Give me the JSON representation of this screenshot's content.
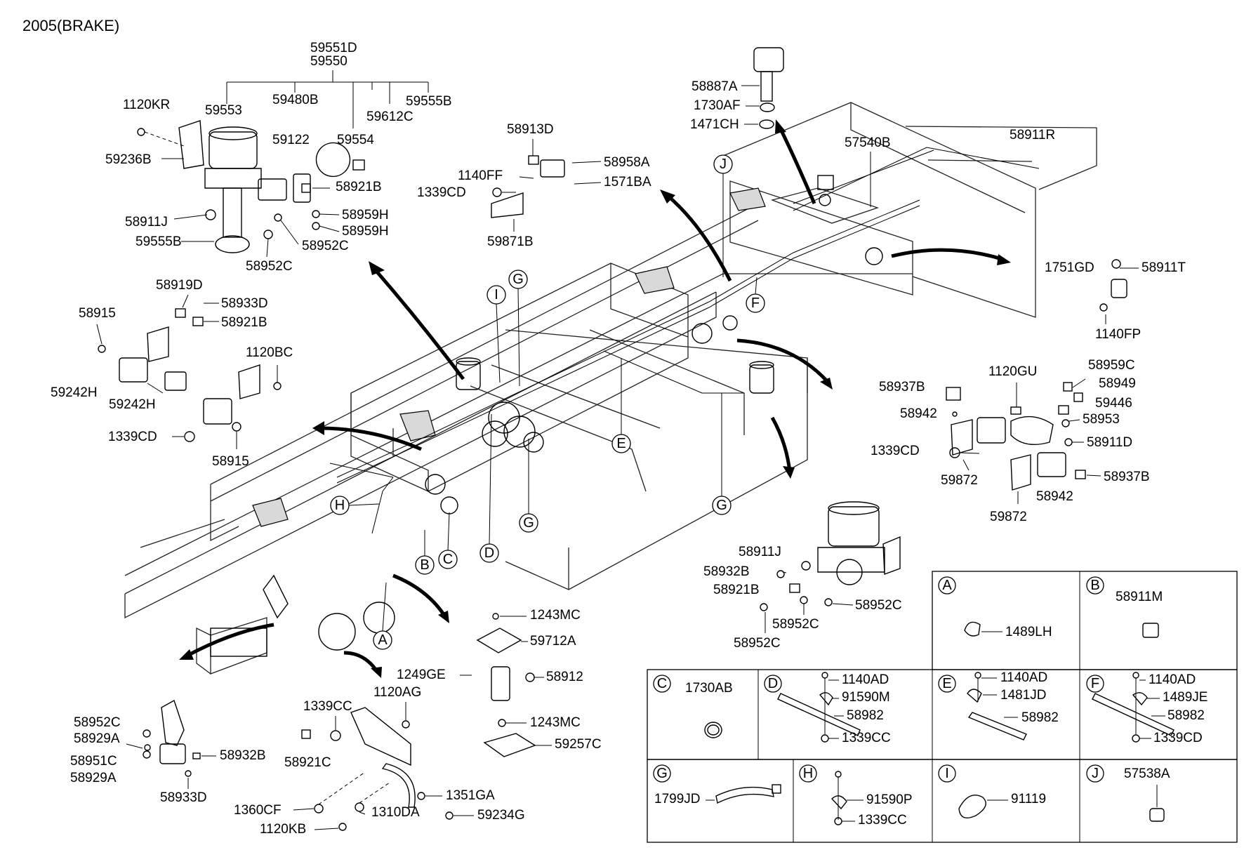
{
  "title": "2005(BRAKE)",
  "callout_letters": [
    "A",
    "B",
    "C",
    "D",
    "E",
    "F",
    "G",
    "H",
    "I",
    "J"
  ],
  "labels": {
    "p59551D": "59551D",
    "p59550": "59550",
    "p59553": "59553",
    "p59480B": "59480B",
    "p59612C": "59612C",
    "p59555B_a": "59555B",
    "p1120KR": "1120KR",
    "p59236B": "59236B",
    "p59122": "59122",
    "p59554": "59554",
    "p58921B_a": "58921B",
    "p58911J_a": "58911J",
    "p58959H_a": "58959H",
    "p58959H_b": "58959H",
    "p59555B_b": "59555B",
    "p58952C_a": "58952C",
    "p58952C_b": "58952C",
    "p58913D": "58913D",
    "p58958A": "58958A",
    "p1140FF": "1140FF",
    "p1339CD_a": "1339CD",
    "p1571BA": "1571BA",
    "p59871B": "59871B",
    "p58887A": "58887A",
    "p1730AF": "1730AF",
    "p1471CH": "1471CH",
    "p57540B": "57540B",
    "p58911R": "58911R",
    "p1751GD": "1751GD",
    "p58911T": "58911T",
    "p1140FP": "1140FP",
    "p58919D": "58919D",
    "p58933D_a": "58933D",
    "p58921B_b": "58921B",
    "p58915_a": "58915",
    "p1120BC": "1120BC",
    "p59242H_a": "59242H",
    "p59242H_b": "59242H",
    "p1339CD_b": "1339CD",
    "p58915_b": "58915",
    "p58937B_a": "58937B",
    "p1120GU": "1120GU",
    "p58959C": "58959C",
    "p58949": "58949",
    "p59446": "59446",
    "p58942_a": "58942",
    "p58953": "58953",
    "p1339CD_c": "1339CD",
    "p58911D": "58911D",
    "p59872_a": "59872",
    "p58937B_b": "58937B",
    "p58942_b": "58942",
    "p59872_b": "59872",
    "p58911J_b": "58911J",
    "p58932B_a": "58932B",
    "p58921B_c": "58921B",
    "p58952C_c": "58952C",
    "p58952C_d": "58952C",
    "p58952C_e": "58952C",
    "p1243MC_a": "1243MC",
    "p59712A": "59712A",
    "p1249GE": "1249GE",
    "p58912": "58912",
    "p1243MC_b": "1243MC",
    "p59257C": "59257C",
    "p58952C_f": "58952C",
    "p58929A_a": "58929A",
    "p58951C": "58951C",
    "p58929A_b": "58929A",
    "p58932B_b": "58932B",
    "p58933D_b": "58933D",
    "p1339CC_a": "1339CC",
    "p1120AG": "1120AG",
    "p58921C": "58921C",
    "p1351GA": "1351GA",
    "p1360CF": "1360CF",
    "p1310DA": "1310DA",
    "p59234G": "59234G",
    "p1120KB": "1120KB"
  },
  "detail_table": {
    "A": {
      "letter": "A",
      "parts": [
        "1489LH"
      ]
    },
    "B": {
      "letter": "B",
      "parts": [
        "58911M"
      ]
    },
    "C": {
      "letter": "C",
      "parts": [
        "1730AB"
      ]
    },
    "D": {
      "letter": "D",
      "parts": [
        "1140AD",
        "91590M",
        "58982",
        "1339CC"
      ]
    },
    "E": {
      "letter": "E",
      "parts": [
        "1140AD",
        "1481JD",
        "58982"
      ]
    },
    "F": {
      "letter": "F",
      "parts": [
        "1140AD",
        "1489JE",
        "58982",
        "1339CD"
      ]
    },
    "G": {
      "letter": "G",
      "parts": [
        "1799JD"
      ]
    },
    "H": {
      "letter": "H",
      "parts": [
        "91590P",
        "1339CC"
      ]
    },
    "I": {
      "letter": "I",
      "parts": [
        "91119"
      ]
    },
    "J": {
      "letter": "J",
      "parts": [
        "57538A"
      ]
    }
  }
}
